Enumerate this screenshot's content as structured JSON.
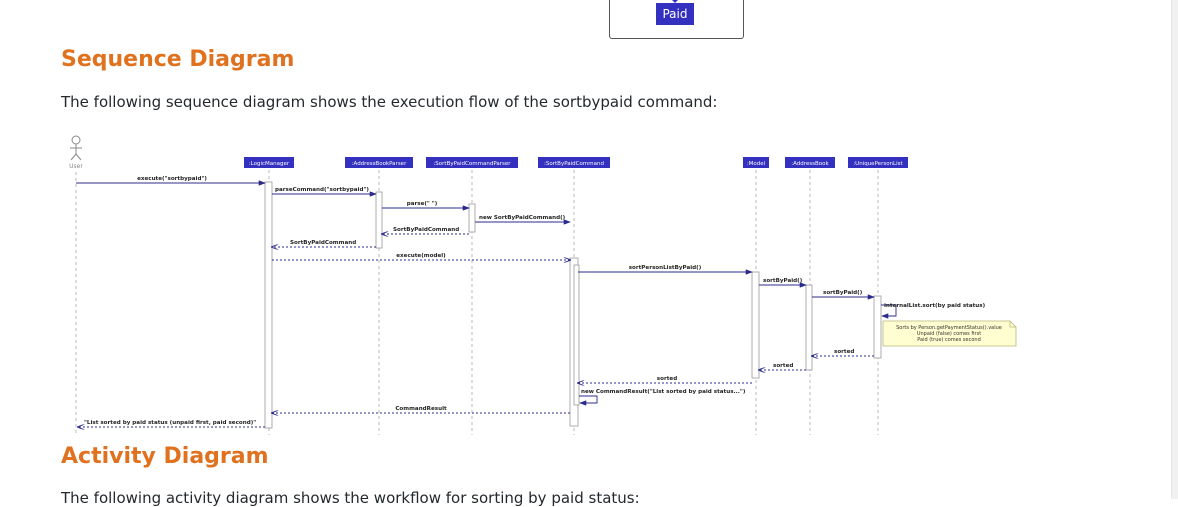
{
  "top_badge": "Paid",
  "section_sequence": {
    "title": "Sequence Diagram",
    "intro": "The following sequence diagram shows the execution flow of the sortbypaid command:"
  },
  "section_activity": {
    "title": "Activity Diagram",
    "intro": "The following activity diagram shows the workflow for sorting by paid status:"
  },
  "diagram": {
    "actor": "User",
    "participants": [
      ":LogicManager",
      ":AddressBookParser",
      ":SortByPaidCommandParser",
      ":SortByPaidCommand",
      ":Model",
      ":AddressBook",
      ":UniquePersonList"
    ],
    "messages": [
      "execute(\"sortbypaid\")",
      "parseCommand(\"sortbypaid\")",
      "parse(\" \")",
      "new SortByPaidCommand()",
      "SortByPaidCommand",
      "SortByPaidCommand",
      "execute(model)",
      "sortPersonListByPaid()",
      "sortByPaid()",
      "sortByPaid()",
      "internalList.sort(by paid status)",
      "sorted",
      "sorted",
      "sorted",
      "new CommandResult(\"List sorted by paid status...\")",
      "CommandResult",
      "\"List sorted by paid status (unpaid first, paid second)\""
    ],
    "note": [
      "Sorts by Person.getPaymentStatus().value",
      "Unpaid (false) comes first",
      "Paid (true) comes second"
    ]
  }
}
